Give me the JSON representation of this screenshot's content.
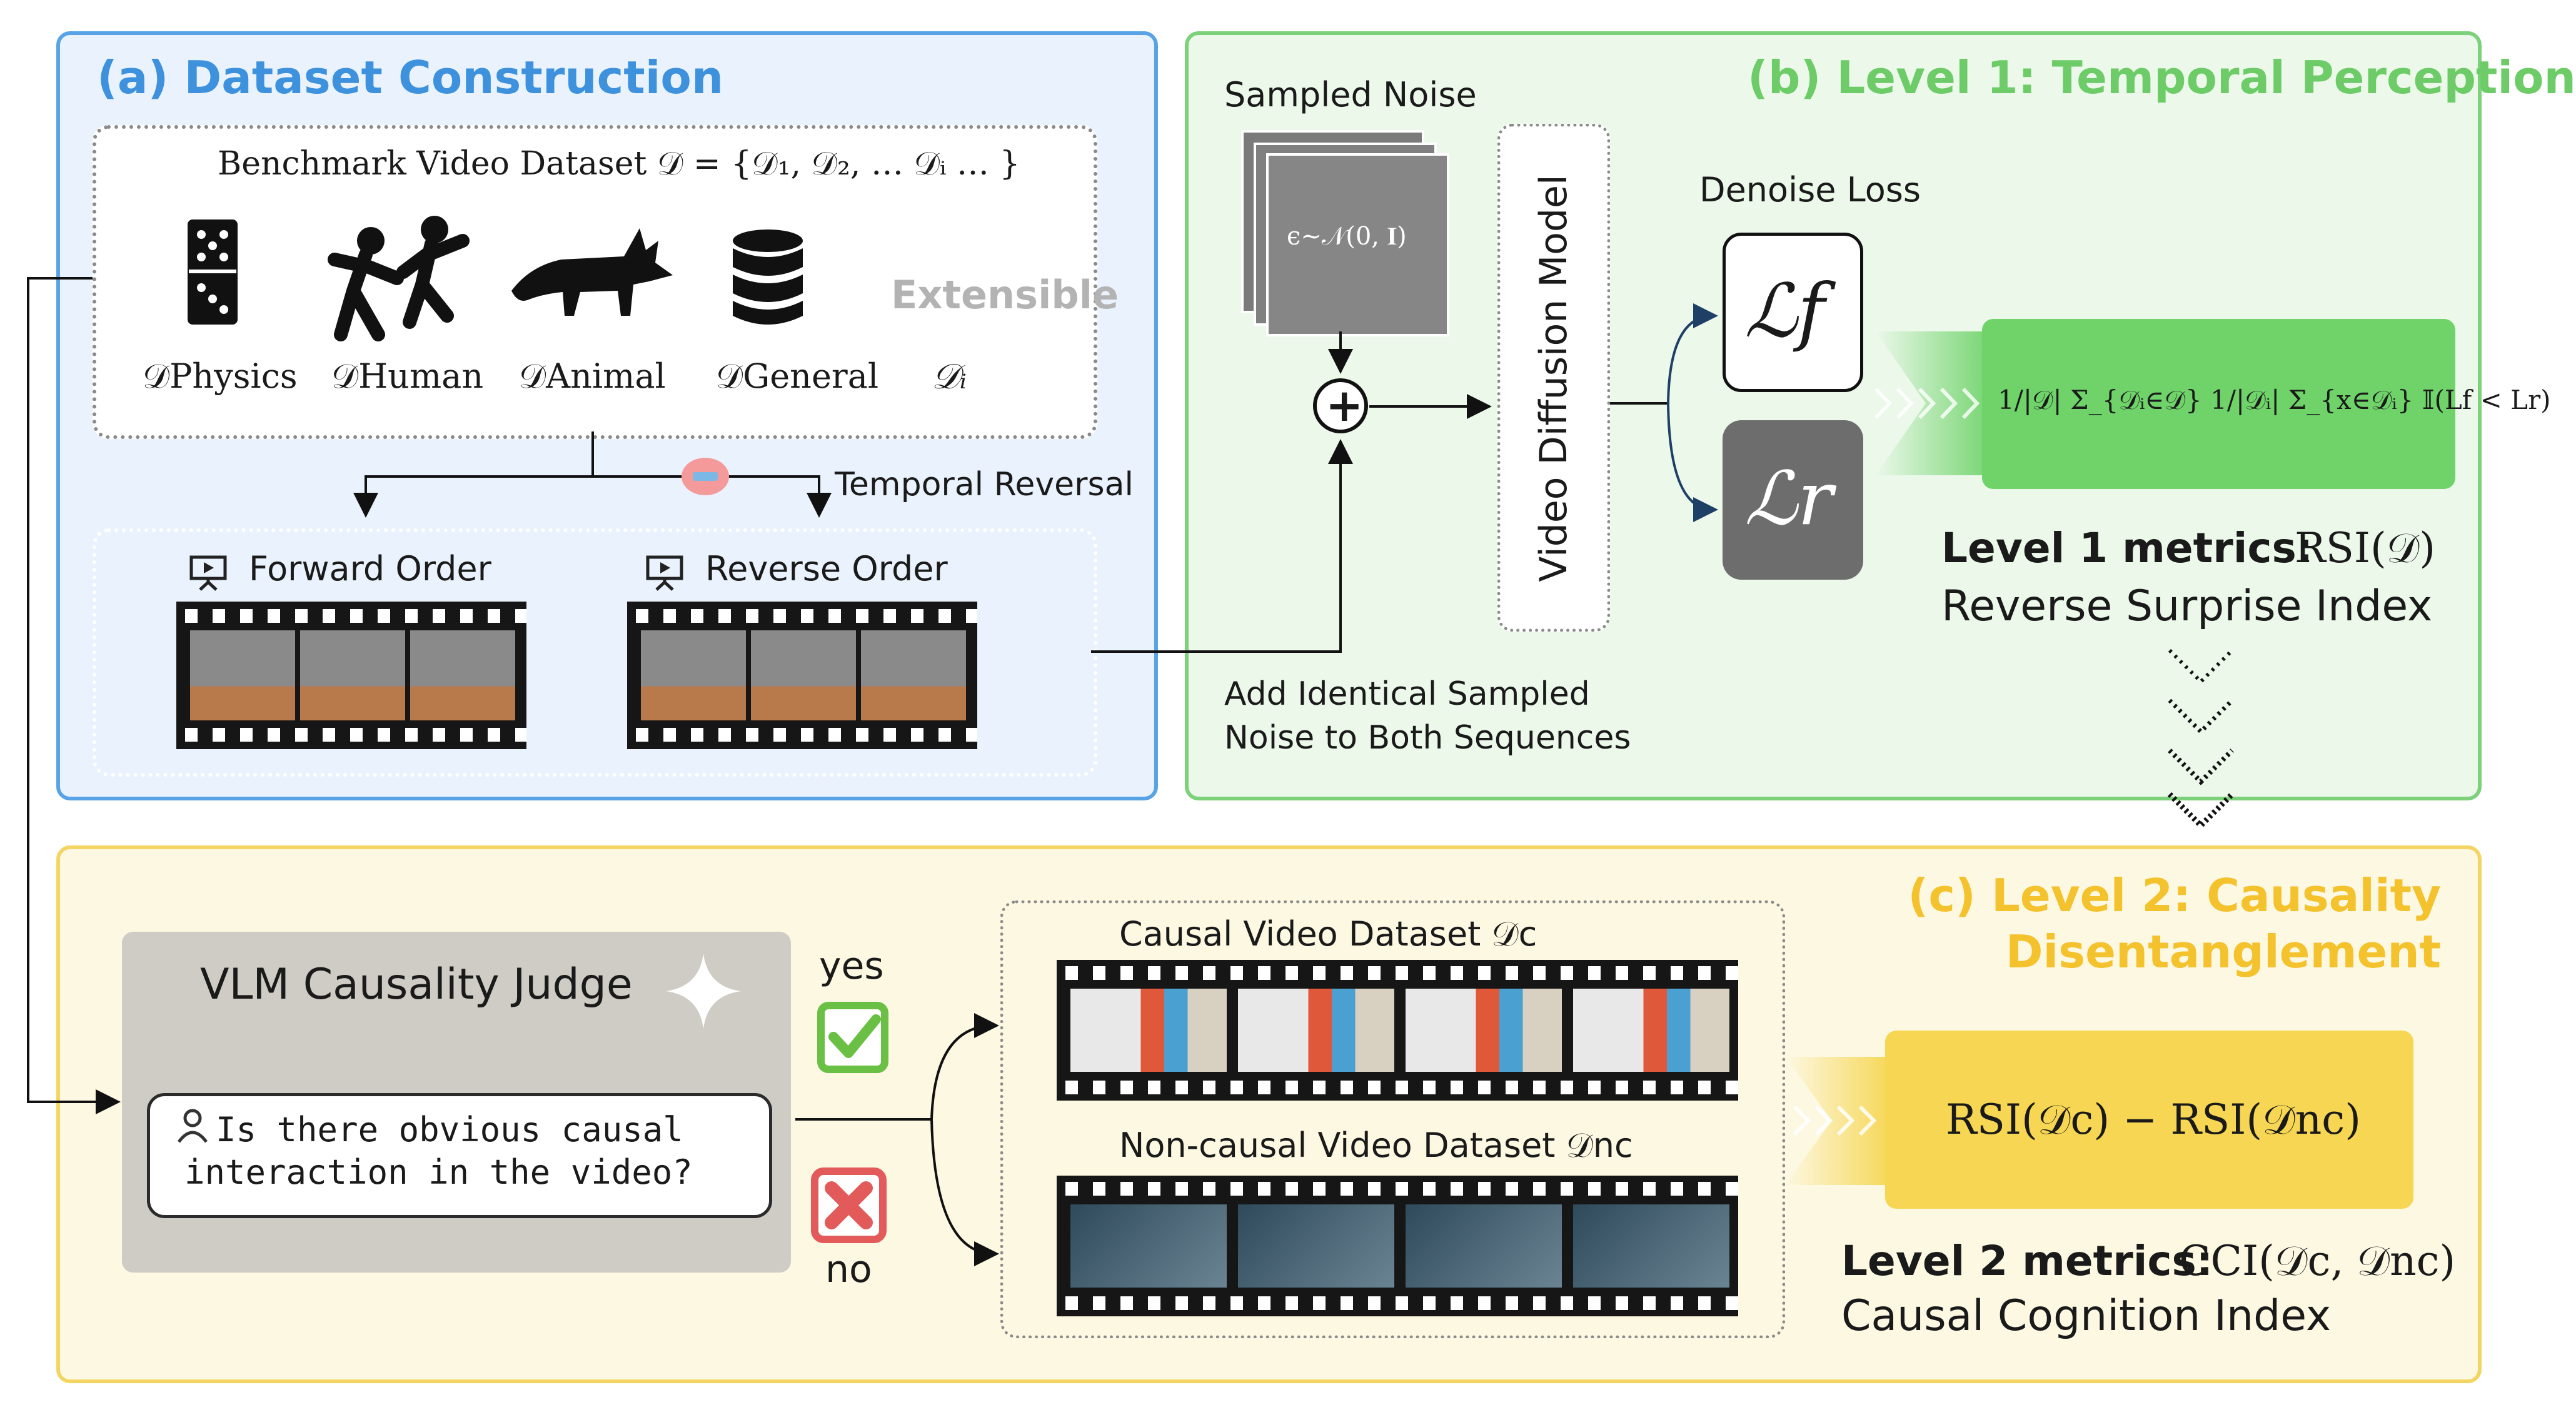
{
  "panel_a": {
    "title": "(a) Dataset Construction",
    "benchmark_label": "Benchmark Video Dataset 𝒟 = {𝒟₁, 𝒟₂, … 𝒟ᵢ … }",
    "datasets": [
      {
        "label": "𝒟Physics",
        "icon": "domino-icon"
      },
      {
        "label": "𝒟Human",
        "icon": "dancers-icon"
      },
      {
        "label": "𝒟Animal",
        "icon": "fox-icon"
      },
      {
        "label": "𝒟General",
        "icon": "database-icon"
      },
      {
        "label": "𝒟ᵢ",
        "icon": "extensible-text"
      }
    ],
    "extensible_label": "Extensible",
    "temporal_reversal": "Temporal Reversal",
    "forward_order": "Forward Order",
    "reverse_order": "Reverse Order"
  },
  "panel_b": {
    "title": "(b) Level 1: Temporal Perception",
    "sampled_noise": "Sampled Noise",
    "noise_formula": "ϵ~𝒩(0, 𝐈)",
    "plus_symbol": "+",
    "model_label": "Video Diffusion Model",
    "denoise_loss": "Denoise Loss",
    "loss_forward": "ℒf",
    "loss_reverse": "ℒr",
    "rsi_formula": "1/|𝒟| Σ_{𝒟ᵢ∈𝒟} 1/|𝒟ᵢ| Σ_{x∈𝒟ᵢ} 𝕀(Lf < Lr)",
    "metrics_bold": "Level 1 metrics:",
    "metrics_formula": "RSI(𝒟)",
    "metrics_name": "Reverse Surprise Index",
    "noise_note_line1": "Add Identical Sampled",
    "noise_note_line2": "Noise to Both Sequences"
  },
  "panel_c": {
    "title_line1": "(c) Level 2: Causality",
    "title_line2": "Disentanglement",
    "judge_title": "VLM Causality Judge",
    "question_line1": "Is there obvious causal",
    "question_line2": "interaction in the video?",
    "yes": "yes",
    "no": "no",
    "causal_label": "Causal Video Dataset 𝒟c",
    "noncausal_label": "Non-causal Video Dataset 𝒟nc",
    "difference_formula": "RSI(𝒟c) − RSI(𝒟nc)",
    "metrics_bold": "Level 2 metrics:",
    "metrics_formula": "CCI(𝒟c, 𝒟nc)",
    "metrics_name": "Causal Cognition Index"
  },
  "colors": {
    "panel_a": "#58a3e6",
    "panel_b": "#7dd17b",
    "panel_c": "#f4d564",
    "rsi_box": "#6fd36a",
    "cci_box": "#f6d653",
    "yes_check": "#6abf45",
    "no_cross": "#e35a5a"
  }
}
